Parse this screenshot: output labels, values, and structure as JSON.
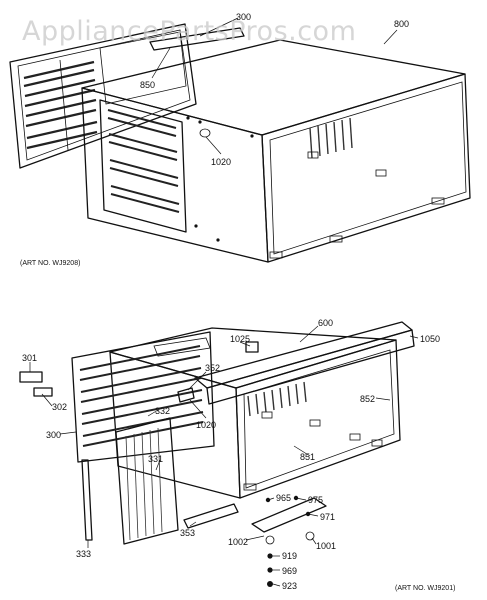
{
  "watermark": "AppliancePartsPros.com",
  "top_diagram": {
    "art_no": "(ART NO. WJ9208)",
    "callouts": [
      "300",
      "800",
      "850",
      "1020"
    ]
  },
  "bottom_diagram": {
    "art_no": "(ART NO. WJ9201)",
    "callouts": [
      "600",
      "1025",
      "1050",
      "301",
      "352",
      "302",
      "332",
      "852",
      "300",
      "1020",
      "331",
      "851",
      "965",
      "975",
      "971",
      "353",
      "1002",
      "1001",
      "919",
      "969",
      "333",
      "923"
    ]
  }
}
